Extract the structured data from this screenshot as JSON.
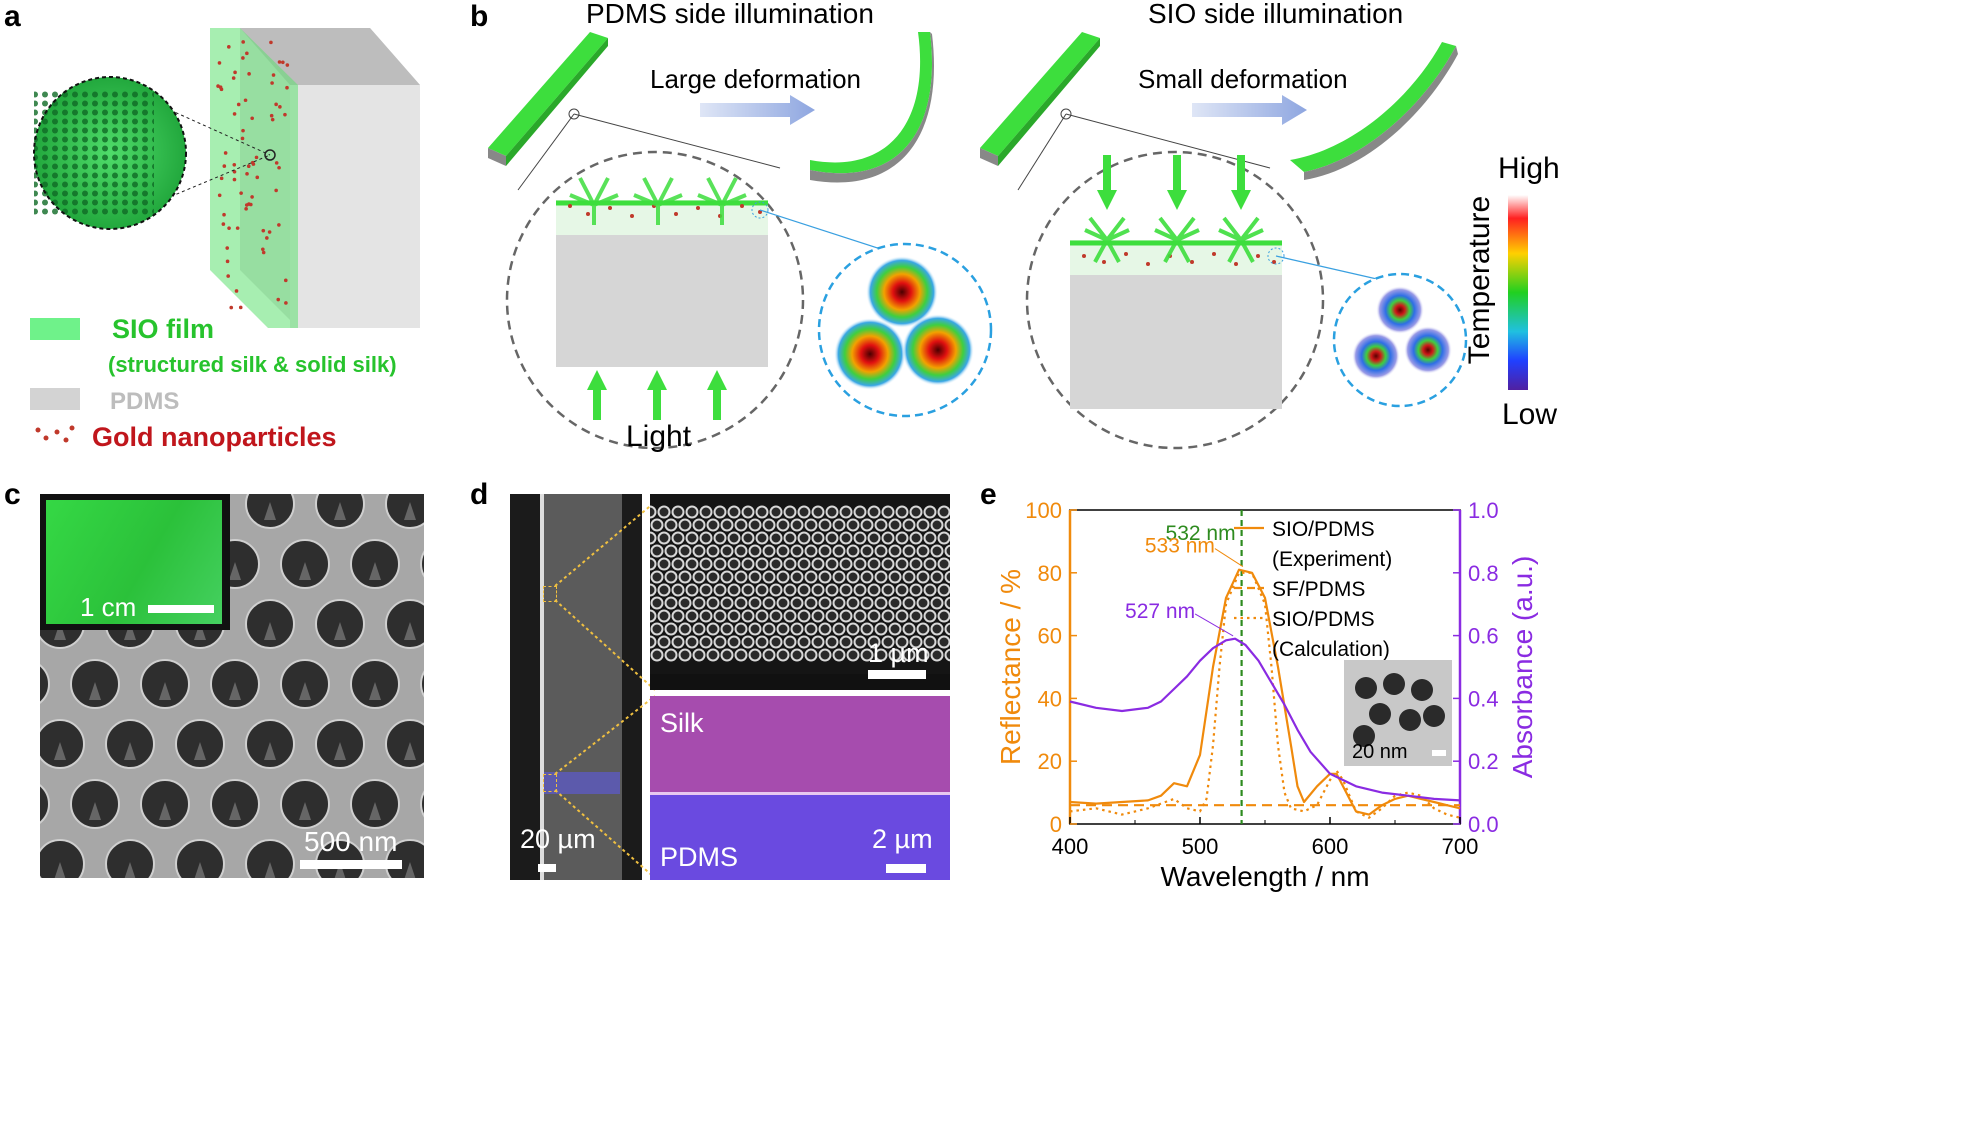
{
  "panel_labels": {
    "a": "a",
    "b": "b",
    "c": "c",
    "d": "d",
    "e": "e"
  },
  "panel_a": {
    "legend": {
      "sio": "SIO film",
      "sio_detail": "(structured silk & solid silk)",
      "pdms": "PDMS",
      "gold": "Gold nanoparticles"
    }
  },
  "panel_b": {
    "left_title": "PDMS side illumination",
    "right_title": "SIO side illumination",
    "left_deformation": "Large deformation",
    "right_deformation": "Small deformation",
    "light": "Light",
    "scale_high": "High",
    "scale_low": "Low",
    "scale_title": "Temperature"
  },
  "panel_c": {
    "inset_scale": "1 cm",
    "scale": "500 nm"
  },
  "panel_d": {
    "scale_left": "20 µm",
    "scale_top": "1 µm",
    "silk": "Silk",
    "pdms": "PDMS",
    "scale_bottom": "2 µm"
  },
  "chart_data": {
    "type": "line",
    "xlabel": "Wavelength / nm",
    "ylabel": "Reflectance / %",
    "y2label": "Absorbance (a.u.)",
    "xlim": [
      400,
      700
    ],
    "ylim": [
      0,
      100
    ],
    "y2lim": [
      0,
      1.0
    ],
    "x_ticks": [
      "400",
      "500",
      "600",
      "700"
    ],
    "y_ticks": [
      "0",
      "20",
      "40",
      "60",
      "80",
      "100"
    ],
    "y2_ticks": [
      "0.0",
      "0.2",
      "0.4",
      "0.6",
      "0.8",
      "1.0"
    ],
    "reference_line": {
      "x": 532,
      "label": "532 nm"
    },
    "annotations": [
      {
        "label": "533 nm",
        "x": 533,
        "y": 82
      },
      {
        "label": "527 nm",
        "x": 527,
        "y": 58
      }
    ],
    "legend": [
      "SIO/PDMS",
      "(Experiment)",
      "SF/PDMS",
      "SIO/PDMS",
      "(Calculation)"
    ],
    "inset_scale": "20 nm",
    "colors": {
      "reflectance": "#f08a0c",
      "absorbance": "#8a2be2",
      "reference": "#2e8b1f"
    },
    "series": [
      {
        "name": "SIO/PDMS (Experiment)",
        "axis": "left",
        "style": "solid",
        "x": [
          400,
          420,
          440,
          460,
          470,
          480,
          490,
          500,
          510,
          520,
          530,
          540,
          550,
          560,
          570,
          575,
          580,
          590,
          600,
          605,
          610,
          620,
          630,
          640,
          650,
          660,
          670,
          680,
          690,
          700
        ],
        "y": [
          7,
          6.5,
          7,
          7.5,
          9,
          13,
          12,
          22,
          50,
          72,
          81,
          80,
          72,
          50,
          25,
          12,
          7,
          12,
          16,
          16,
          12,
          4,
          3,
          6,
          8,
          9,
          8,
          7,
          6,
          5
        ]
      },
      {
        "name": "SF/PDMS",
        "axis": "left",
        "style": "dashed",
        "x": [
          400,
          450,
          500,
          550,
          600,
          650,
          700
        ],
        "y": [
          6,
          6,
          6,
          6,
          6,
          6,
          6
        ]
      },
      {
        "name": "SIO/PDMS (Calculation)",
        "axis": "left",
        "style": "dotted",
        "x": [
          400,
          420,
          440,
          460,
          480,
          490,
          500,
          505,
          510,
          515,
          520,
          530,
          540,
          550,
          555,
          560,
          565,
          570,
          580,
          590,
          600,
          605,
          610,
          620,
          630,
          640,
          650,
          660,
          670,
          680,
          690,
          700
        ],
        "y": [
          4,
          5,
          3,
          5,
          8,
          5,
          4,
          8,
          25,
          50,
          70,
          80,
          80,
          70,
          50,
          25,
          10,
          5,
          4,
          6,
          14,
          17,
          14,
          4,
          2,
          5,
          9,
          10,
          9,
          5,
          3,
          2
        ]
      },
      {
        "name": "Absorbance",
        "axis": "right",
        "style": "solid",
        "x": [
          400,
          420,
          440,
          460,
          470,
          480,
          490,
          500,
          510,
          520,
          527,
          535,
          545,
          555,
          565,
          575,
          585,
          600,
          620,
          640,
          660,
          680,
          700
        ],
        "y": [
          0.39,
          0.37,
          0.36,
          0.37,
          0.39,
          0.43,
          0.47,
          0.52,
          0.56,
          0.585,
          0.59,
          0.57,
          0.52,
          0.45,
          0.38,
          0.3,
          0.23,
          0.16,
          0.12,
          0.1,
          0.09,
          0.08,
          0.075
        ]
      }
    ]
  }
}
